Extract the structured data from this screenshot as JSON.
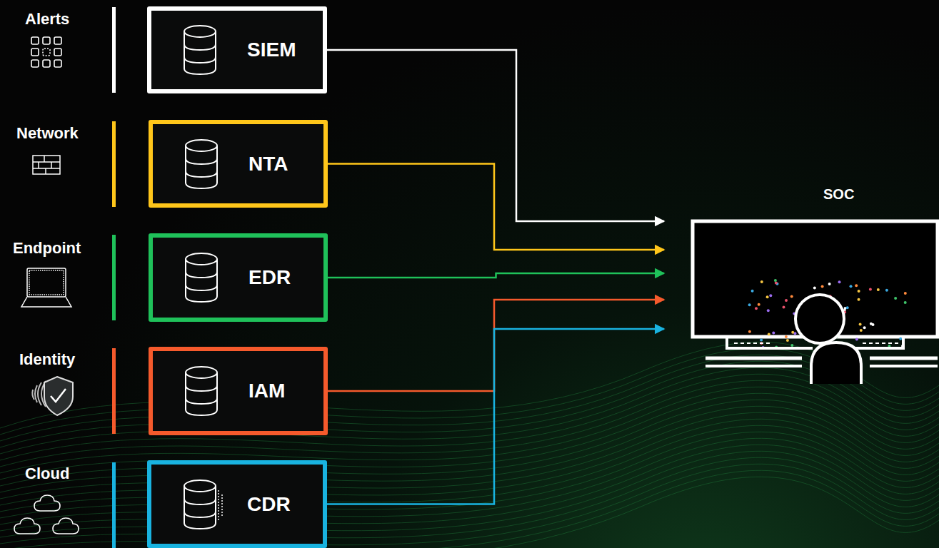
{
  "diagram": {
    "nodes": [
      {
        "text": [
          "SIEM"
        ]
      },
      {
        "text": [
          "NTA"
        ]
      },
      {
        "text": [
          "EDR"
        ]
      },
      {
        "text": [
          "IAM"
        ]
      },
      {
        "text": [
          "CDR"
        ]
      },
      {
        "text": [
          "SOC"
        ]
      }
    ],
    "edges": [
      {
        "from": 0,
        "to": 5,
        "arrow": "to"
      },
      {
        "from": 1,
        "to": 5,
        "arrow": "to"
      },
      {
        "from": 2,
        "to": 5,
        "arrow": "to"
      },
      {
        "from": 3,
        "to": 5,
        "arrow": "to"
      },
      {
        "from": 4,
        "to": 5,
        "arrow": "to"
      }
    ],
    "labels": [
      "Alerts",
      "Network",
      "Endpoint",
      "Identity",
      "Cloud"
    ]
  }
}
